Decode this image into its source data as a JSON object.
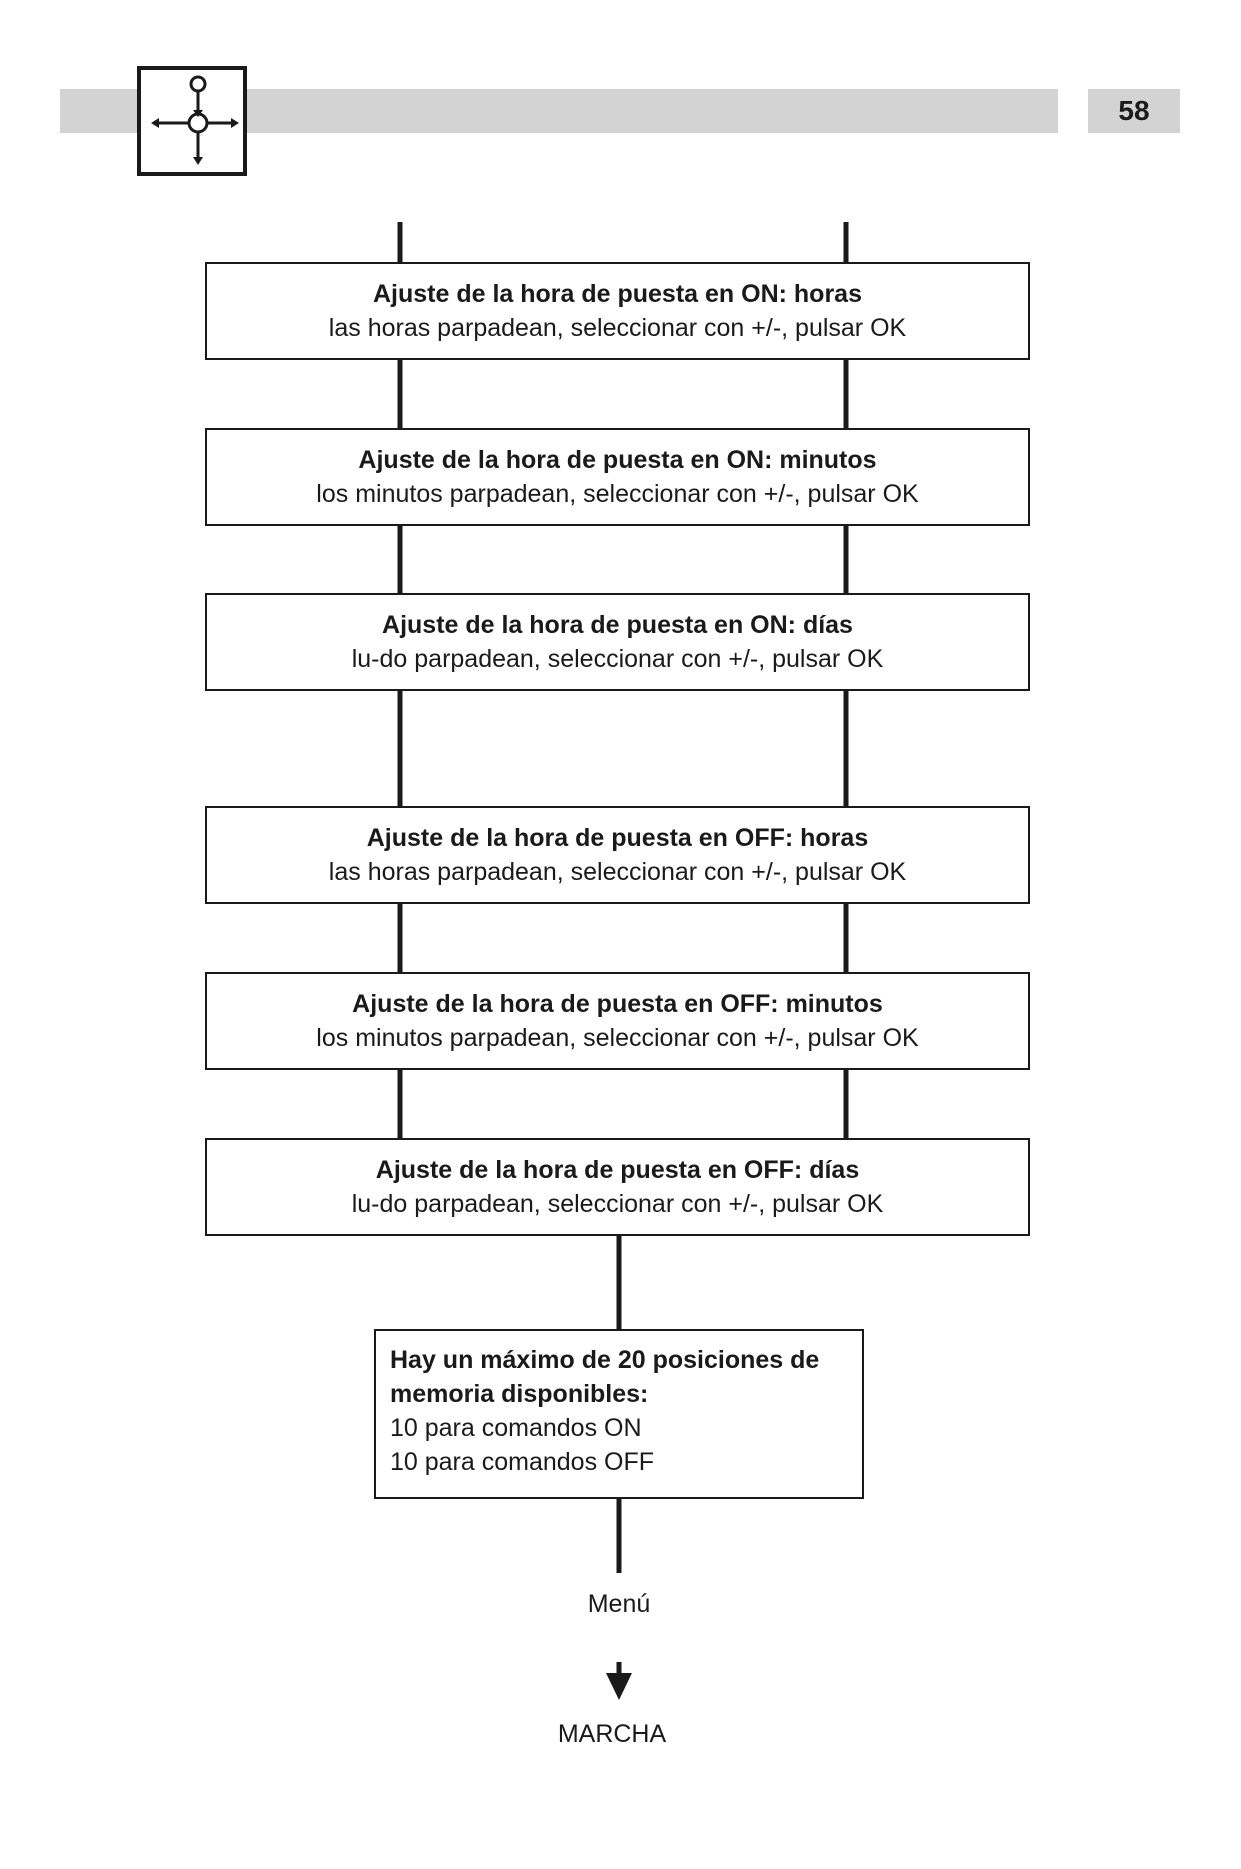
{
  "header": {
    "page_number": "58",
    "icon": "navigation-cross-icon"
  },
  "steps": [
    {
      "title": "Ajuste de la hora de puesta en ON: horas",
      "subtitle": "las horas parpadean, seleccionar con +/-, pulsar OK"
    },
    {
      "title": "Ajuste de la hora de puesta en ON: minutos",
      "subtitle": "los minutos parpadean, seleccionar con +/-, pulsar OK"
    },
    {
      "title": "Ajuste de la hora de puesta en ON: días",
      "subtitle": "lu-do parpadean, seleccionar con +/-, pulsar OK"
    },
    {
      "title": "Ajuste de la hora de puesta en OFF: horas",
      "subtitle": "las horas parpadean, seleccionar con +/-, pulsar OK"
    },
    {
      "title": "Ajuste de la hora de puesta en OFF: minutos",
      "subtitle": "los minutos parpadean, seleccionar con +/-, pulsar OK"
    },
    {
      "title": "Ajuste de la hora de puesta en OFF: días",
      "subtitle": "lu-do parpadean, seleccionar con +/-, pulsar OK"
    }
  ],
  "note": {
    "line1": "Hay un máximo de 20 posiciones de",
    "line2": "memoria disponibles:",
    "line3": "10 para comandos ON",
    "line4": "10 para comandos OFF"
  },
  "menu_label": "Menú",
  "end_label": "MARCHA"
}
